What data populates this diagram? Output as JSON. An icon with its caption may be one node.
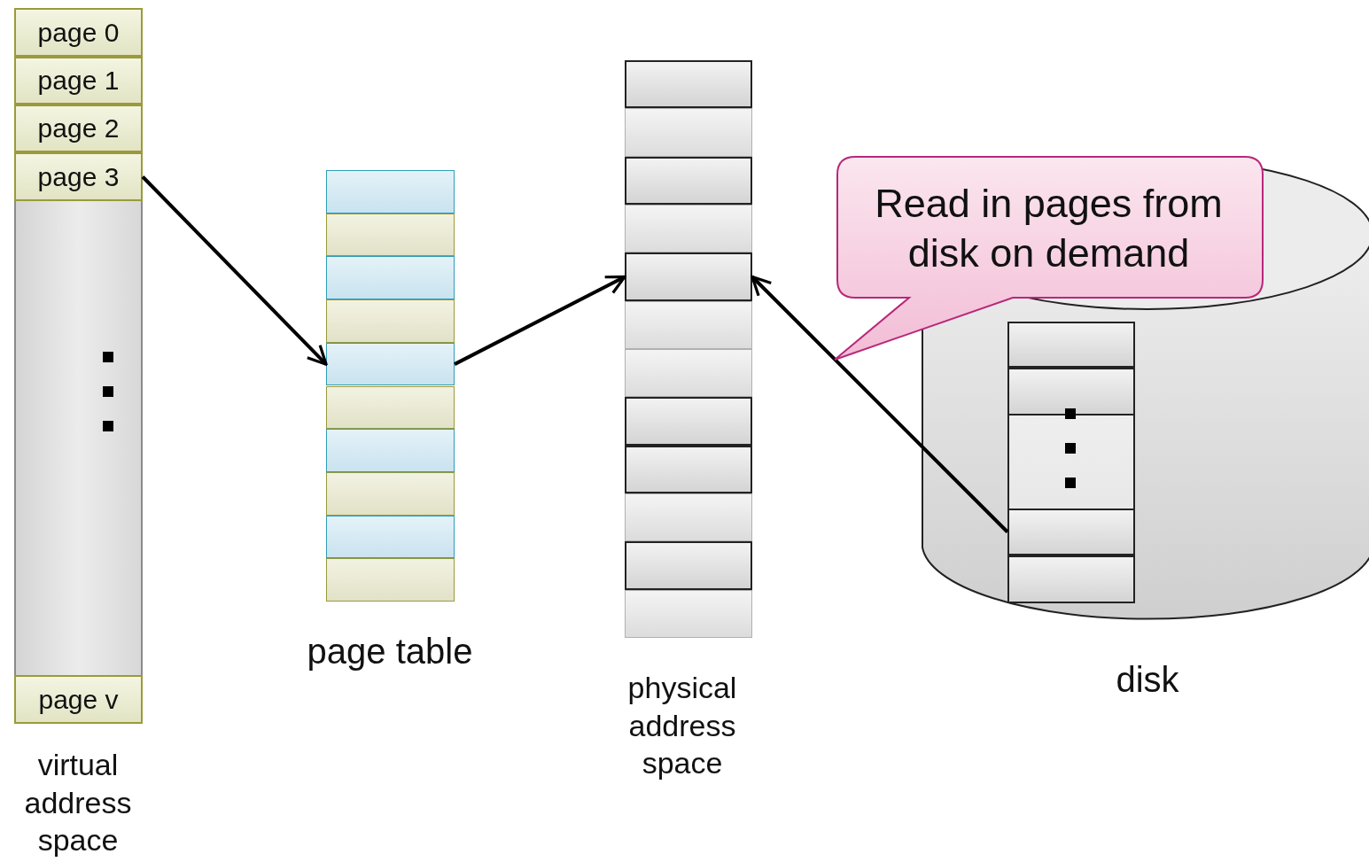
{
  "diagram": {
    "nodes": [
      {
        "text": [],
        "shape": "box",
        "beside": [
          "virtual address space"
        ]
      },
      {
        "text": [
          "page 0"
        ],
        "in": 0
      },
      {
        "text": [
          "page 1"
        ],
        "in": 0
      },
      {
        "text": [
          "page 2"
        ],
        "in": 0
      },
      {
        "text": [
          "page 3"
        ],
        "in": 0
      },
      {
        "text": [
          "page v"
        ],
        "in": 0
      },
      {
        "text": [],
        "shape": "box",
        "beside": [
          "page table"
        ]
      },
      {
        "text": [],
        "shape": "box",
        "in": 6
      },
      {
        "text": [],
        "shape": "box",
        "in": 6
      },
      {
        "text": [],
        "shape": "box",
        "in": 6
      },
      {
        "text": [],
        "shape": "box",
        "in": 6
      },
      {
        "text": [],
        "shape": "box",
        "in": 6
      },
      {
        "text": [],
        "shape": "box",
        "in": 6
      },
      {
        "text": [],
        "shape": "box",
        "in": 6
      },
      {
        "text": [],
        "shape": "box",
        "in": 6
      },
      {
        "text": [],
        "shape": "box",
        "in": 6
      },
      {
        "text": [],
        "shape": "box",
        "in": 6
      },
      {
        "text": [],
        "shape": "box",
        "beside": [
          "physical address space"
        ]
      },
      {
        "text": [],
        "shape": "box",
        "in": 17
      },
      {
        "text": [],
        "shape": "box",
        "in": 17
      },
      {
        "text": [],
        "shape": "box",
        "in": 17
      },
      {
        "text": [],
        "shape": "box",
        "in": 17
      },
      {
        "text": [],
        "shape": "box",
        "in": 17
      },
      {
        "text": [],
        "shape": "box",
        "in": 17
      },
      {
        "text": [],
        "shape": "box",
        "in": 17
      },
      {
        "text": [],
        "shape": "box",
        "in": 17
      },
      {
        "text": [],
        "shape": "box",
        "in": 17
      },
      {
        "text": [],
        "shape": "box",
        "in": 17
      },
      {
        "text": [],
        "shape": "box",
        "in": 17
      },
      {
        "text": [],
        "shape": "box",
        "in": 17
      },
      {
        "text": [],
        "shape": "cylinder",
        "beside": [
          "disk"
        ]
      },
      {
        "text": [],
        "shape": "box",
        "in": 30
      },
      {
        "text": [],
        "shape": "box",
        "in": 31
      },
      {
        "text": [],
        "shape": "box",
        "in": 31
      },
      {
        "text": [],
        "shape": "box",
        "in": 31
      },
      {
        "text": [],
        "shape": "box",
        "in": 31
      },
      {
        "text": [
          "Read in pages from disk on demand"
        ]
      }
    ],
    "edges": [
      {
        "from": 4,
        "to": 11,
        "arrow": "to"
      },
      {
        "from": 11,
        "to": 22,
        "arrow": "to"
      },
      {
        "from": 34,
        "to": 22,
        "arrow": "to"
      }
    ]
  }
}
